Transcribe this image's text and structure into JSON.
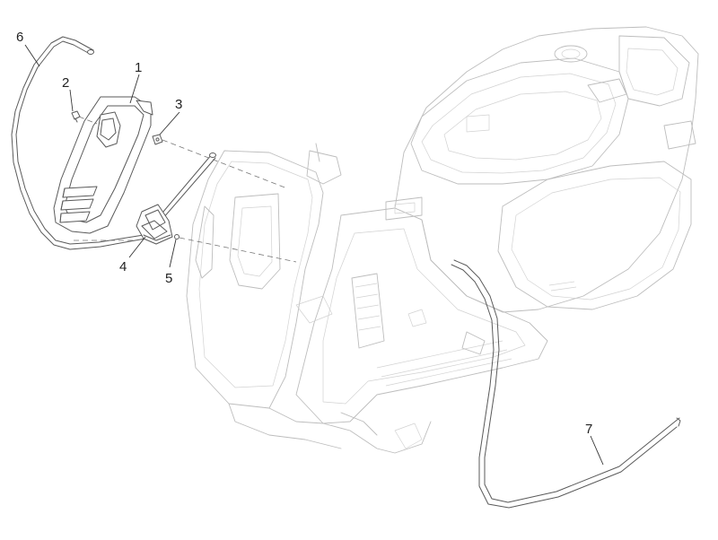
{
  "callouts": [
    {
      "id": "1",
      "text": "1"
    },
    {
      "id": "2",
      "text": "2"
    },
    {
      "id": "3",
      "text": "3"
    },
    {
      "id": "4",
      "text": "4"
    },
    {
      "id": "5",
      "text": "5"
    },
    {
      "id": "6",
      "text": "6"
    },
    {
      "id": "7",
      "text": "7"
    }
  ],
  "colors": {
    "background": "#ffffff",
    "ghost_outline": "#bdbdbd",
    "part_outline": "#5a5a5a",
    "label": "#222222"
  }
}
